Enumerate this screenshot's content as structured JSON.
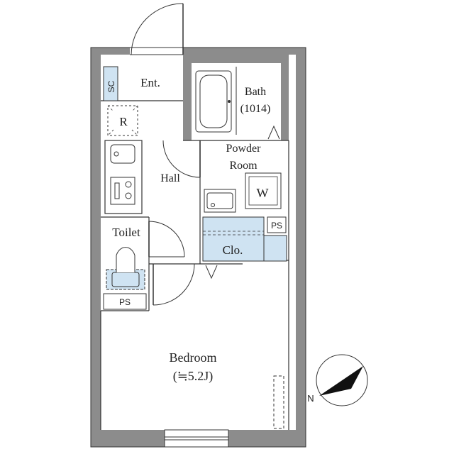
{
  "rooms": {
    "entrance": "Ent.",
    "shoe_closet": "SC",
    "refrigerator": "R",
    "bath_name": "Bath",
    "bath_size": "(1014)",
    "powder_line1": "Powder",
    "powder_line2": "Room",
    "washer": "W",
    "hall": "Hall",
    "toilet": "Toilet",
    "pipe_space_top": "PS",
    "pipe_space_bottom": "PS",
    "closet": "Clo.",
    "bedroom_name": "Bedroom",
    "bedroom_size": "(≒5.2J)"
  },
  "compass": {
    "north_label": "N"
  },
  "colors": {
    "wall": "#8c8c8c",
    "storage": "#cfe3f2",
    "line": "#333333",
    "background": "#ffffff"
  }
}
